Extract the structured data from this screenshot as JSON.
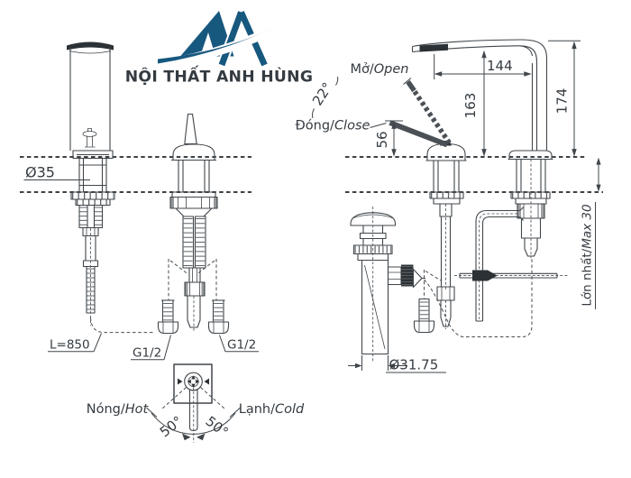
{
  "brand": {
    "name": "NỘI THẤT ANH HÙNG",
    "color": "#17587F"
  },
  "drawing": {
    "line_color": "#40464B",
    "labels": {
      "spout_diameter": "Ø35",
      "hose_length": "L=850",
      "thread_size": "G1/2",
      "open_vi": "Mở/",
      "open_en": "Open",
      "close_vi": "Đóng/",
      "close_en": "Close",
      "open_angle": "22°",
      "handle_height": "56",
      "spout_reach": "144",
      "spout_height": "163",
      "total_height": "174",
      "max_thickness_vi": "Lớn nhất/",
      "max_thickness_en": "Max 30",
      "drain_diameter": "Ø31.75",
      "hot_vi": "Nóng/",
      "hot_en": "Hot",
      "cold_vi": "Lạnh/",
      "cold_en": "Cold",
      "swing_angle": "50°"
    }
  }
}
